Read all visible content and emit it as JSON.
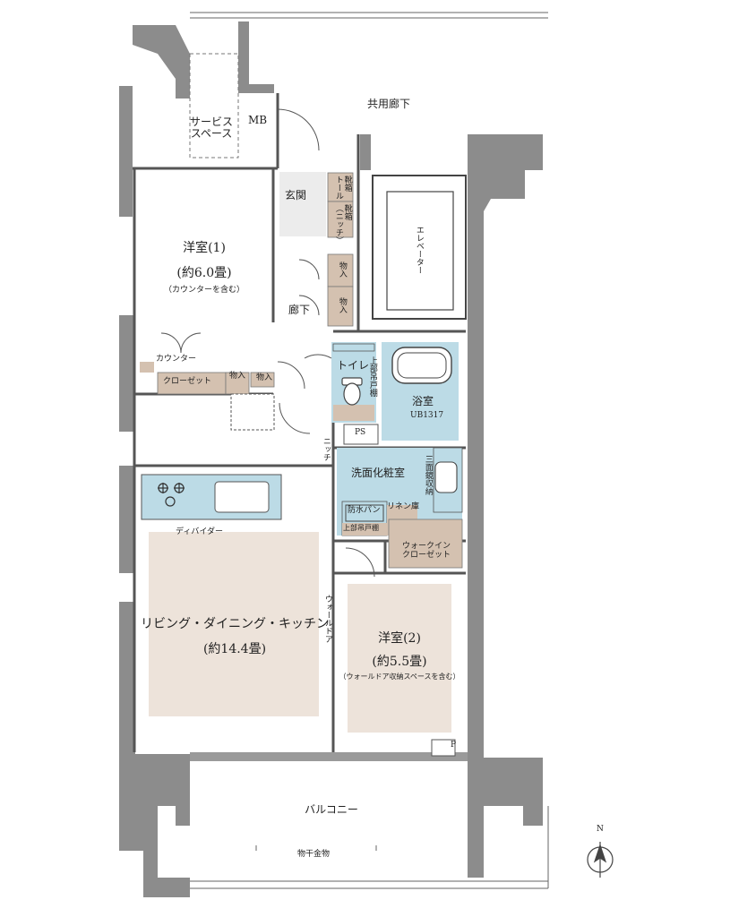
{
  "colors": {
    "wall": "#8c8c8c",
    "wet_area": "#bcdbe6",
    "storage": "#d4c1b0",
    "room_floor": "#ede3da",
    "genkan": "#ececec"
  },
  "icons": [
    "gas-stove-icon",
    "bathtub-icon",
    "toilet-icon",
    "sink-icon",
    "washer-pan-icon",
    "north-arrow-icon"
  ],
  "labels": {
    "kyoyo_roka": "共用廊下",
    "service_space": "サービス\nスペース",
    "mb": "MB",
    "genkan": "玄関",
    "kutsubako_tall": "靴箱\nトール",
    "kutsubako_niche": "靴箱\n（ニッチ）",
    "elevator": "エレベーター",
    "youshitsu1_name": "洋室(1)",
    "youshitsu1_size": "(約6.0畳)",
    "youshitsu1_note": "（カウンターを含む）",
    "monoire": "物入",
    "roka": "廊下",
    "counter": "カウンター",
    "closet": "クローゼット",
    "toilet": "トイレ",
    "upper_cabinet": "上部吊戸棚",
    "bath": "浴室",
    "bath_unit": "UB1317",
    "ps": "PS",
    "niche": "ニッチ",
    "senmen": "洗面化粧室",
    "mirror_storage": "三面鏡収納",
    "bousui_pan": "防水パン",
    "linen": "リネン庫",
    "upper_cabinet_short": "上部吊戸棚",
    "walkin_closet": "ウォークイン\nクローゼット",
    "divider": "ディバイダー",
    "ldk_name": "リビング・ダイニング・キッチン",
    "ldk_size": "(約14.4畳)",
    "wall_door": "ウォールドア",
    "youshitsu2_name": "洋室(2)",
    "youshitsu2_size": "(約5.5畳)",
    "youshitsu2_note": "（ウォールドア収納スペースを含む）",
    "p": "P",
    "balcony": "バルコニー",
    "monohoshi": "物干金物",
    "north": "N"
  }
}
